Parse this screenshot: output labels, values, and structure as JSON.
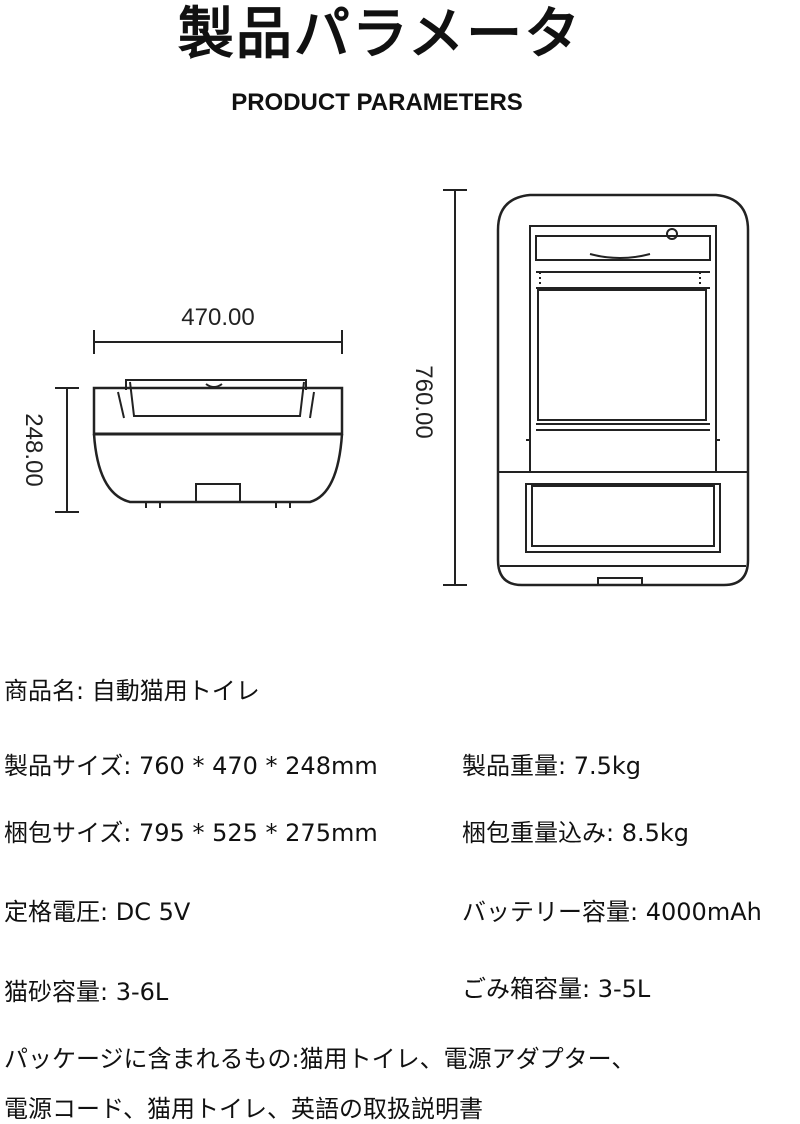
{
  "header": {
    "title_ja": "製品パラメータ",
    "title_en": "PRODUCT PARAMETERS"
  },
  "dimensions": {
    "width": "470.00",
    "height": "248.00",
    "length": "760.00"
  },
  "specs": {
    "product_name": {
      "label": "商品名:",
      "value": "自動猫用トイレ"
    },
    "product_size": {
      "label": "製品サイズ:",
      "value": "760 * 470 * 248mm"
    },
    "product_weight": {
      "label": "製品重量:",
      "value": "7.5kg"
    },
    "package_size": {
      "label": "梱包サイズ:",
      "value": "795 * 525 * 275mm"
    },
    "package_weight": {
      "label": "梱包重量込み:",
      "value": "8.5kg"
    },
    "rated_voltage": {
      "label": "定格電圧:",
      "value": "DC 5V"
    },
    "battery": {
      "label": "バッテリー容量:",
      "value": "4000mAh"
    },
    "litter_capacity": {
      "label": "猫砂容量:",
      "value": "3-6L"
    },
    "waste_capacity": {
      "label": "ごみ箱容量:",
      "value": "3-5L"
    },
    "package_contents": {
      "label": "パッケージに含まれるもの:",
      "line1": "猫用トイレ、電源アダプター、",
      "line2": "電源コード、猫用トイレ、英語の取扱説明書"
    }
  }
}
